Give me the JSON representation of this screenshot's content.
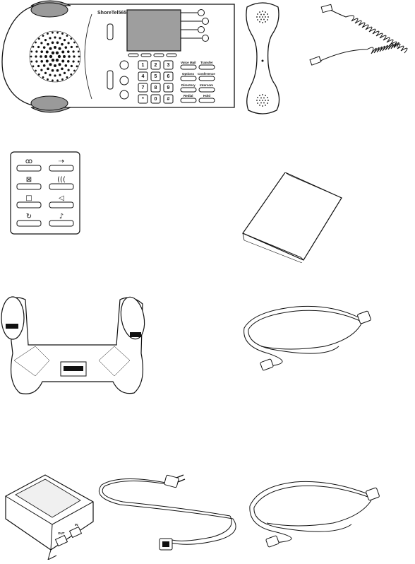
{
  "phone": {
    "brand": "ShoreTel",
    "model": "565",
    "softkeys": {
      "voice_mail": "Voice Mail",
      "transfer": "Transfer",
      "options": "Options",
      "conference": "Conference",
      "directory": "Directory",
      "intercom": "Intercom",
      "redial": "Redial",
      "hold": "Hold"
    },
    "keypad": [
      "1",
      "2",
      "3",
      "4",
      "5",
      "6",
      "7",
      "8",
      "9",
      "*",
      "0",
      "#"
    ]
  },
  "port_labels": {
    "out": "OUT",
    "in": "IN"
  },
  "icons": [
    "desk-phone-icon",
    "handset-icon",
    "coiled-cord-icon",
    "label-card-icon",
    "booklet-icon",
    "stand-icon",
    "ethernet-cable-icon",
    "power-adapter-icon",
    "power-cord-icon",
    "ethernet-cable-2-icon"
  ]
}
